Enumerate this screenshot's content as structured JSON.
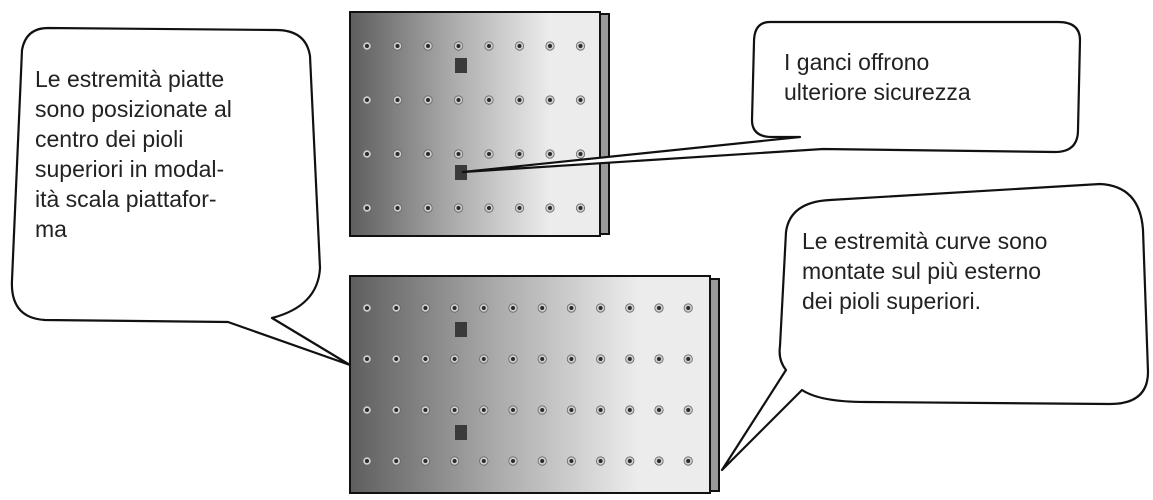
{
  "callouts": {
    "flat_ends": {
      "lines": [
        "Le estremità piatte",
        "sono posizionate al",
        "centro dei pioli",
        "superiori in modal-",
        "ità scala piattafor-",
        "ma"
      ]
    },
    "hooks": {
      "lines": [
        "I ganci offrono",
        "ulteriore sicurezza"
      ]
    },
    "curved_ends": {
      "lines": [
        "Le estremità curve sono",
        "montate sul più esterno",
        "dei pioli superiori."
      ]
    }
  },
  "plates": {
    "top": {
      "columns": 8,
      "rows": 4,
      "hook_count": 2
    },
    "bottom": {
      "columns": 12,
      "rows": 4,
      "hook_count": 2
    }
  },
  "colors": {
    "plate_dark": "#5e5e5e",
    "plate_mid": "#a9a9a9",
    "plate_light": "#ececec",
    "hole": "#2a2a2a",
    "outline": "#111111",
    "bubble_fill": "#ffffff",
    "text": "#222222"
  }
}
